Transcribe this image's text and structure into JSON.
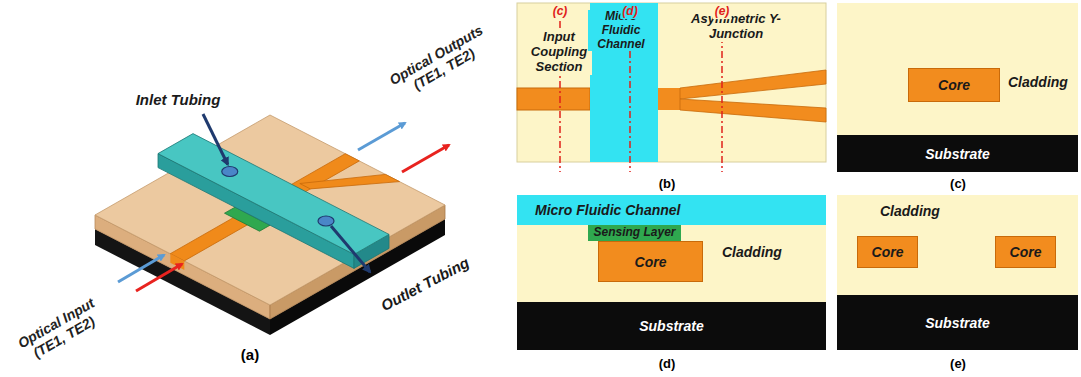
{
  "diagram": {
    "nodes": [
      {
        "text": [
          "Input Coupling Section",
          "Asymmetric Y-Junction"
        ]
      },
      {
        "text": [
          "Micro Fluidic Channel"
        ],
        "in": 0
      },
      {
        "text": [
          "Cladding"
        ]
      },
      {
        "text": [
          "Core"
        ],
        "in": 2
      },
      {
        "text": [
          "Substrate"
        ]
      },
      {
        "text": [
          "Micro Fluidic Channel"
        ]
      },
      {
        "text": [
          "Cladding"
        ]
      },
      {
        "text": [
          "Sensing Layer"
        ],
        "in": 6
      },
      {
        "text": [
          "Core"
        ],
        "in": 6
      },
      {
        "text": [
          "Substrate"
        ]
      },
      {
        "text": [
          "Cladding"
        ]
      },
      {
        "text": [
          "Core"
        ],
        "in": 10
      },
      {
        "text": [
          "Core"
        ],
        "in": 10
      },
      {
        "text": [
          "Substrate"
        ]
      }
    ],
    "labels": [
      "(c)",
      "(d)",
      "(e)",
      "Inlet Tubing",
      "Optical Outputs (TE1, TE2)",
      "Outlet Tubing",
      "Optical Input (TE1, TE2)",
      "(a)",
      "(b)",
      "(c)",
      "(d)",
      "(e)"
    ]
  }
}
